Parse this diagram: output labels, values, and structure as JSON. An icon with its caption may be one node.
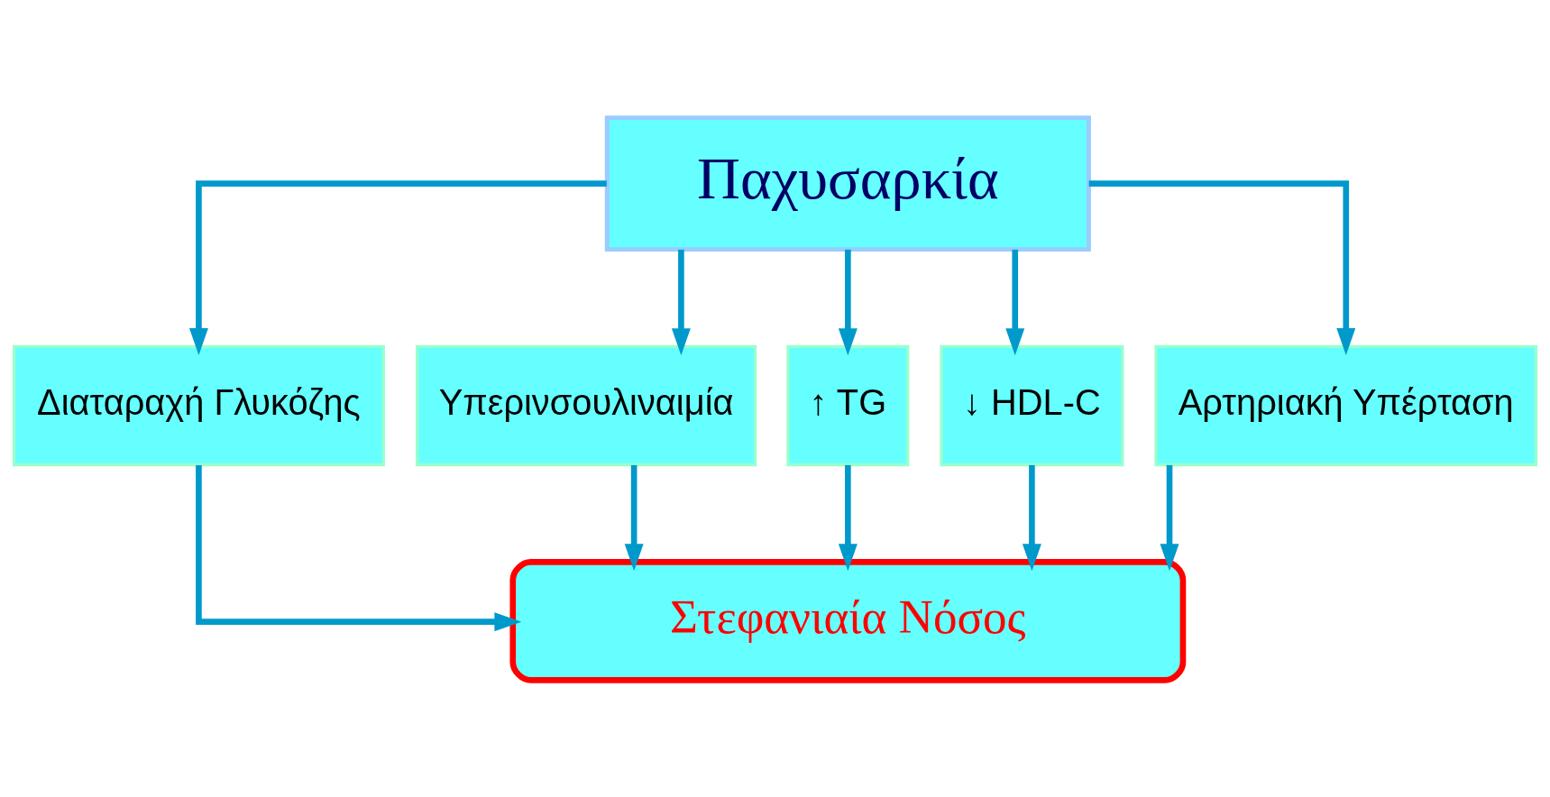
{
  "diagram": {
    "nodes": [
      {
        "text": [
          "Παχυσαρκία"
        ]
      },
      {
        "text": [
          "Διαταραχή Γλυκόζης"
        ]
      },
      {
        "text": [
          "Υπερινσουλιναιμία"
        ]
      },
      {
        "text": [
          "↑ TG"
        ]
      },
      {
        "text": [
          "↓ HDL-C"
        ]
      },
      {
        "text": [
          "Αρτηριακή Υπέρταση"
        ]
      },
      {
        "text": [
          "Στεφανιαία Νόσος"
        ]
      }
    ],
    "edges": [
      {
        "from": 0,
        "to": 1,
        "arrow": "to"
      },
      {
        "from": 0,
        "to": 2,
        "arrow": "to"
      },
      {
        "from": 0,
        "to": 3,
        "arrow": "to"
      },
      {
        "from": 0,
        "to": 4,
        "arrow": "to"
      },
      {
        "from": 0,
        "to": 5,
        "arrow": "to"
      },
      {
        "from": 1,
        "to": 6,
        "arrow": "to"
      },
      {
        "from": 2,
        "to": 6,
        "arrow": "to"
      },
      {
        "from": 3,
        "to": 6,
        "arrow": "to"
      },
      {
        "from": 4,
        "to": 6,
        "arrow": "to"
      },
      {
        "from": 5,
        "to": 6,
        "arrow": "to"
      }
    ]
  }
}
